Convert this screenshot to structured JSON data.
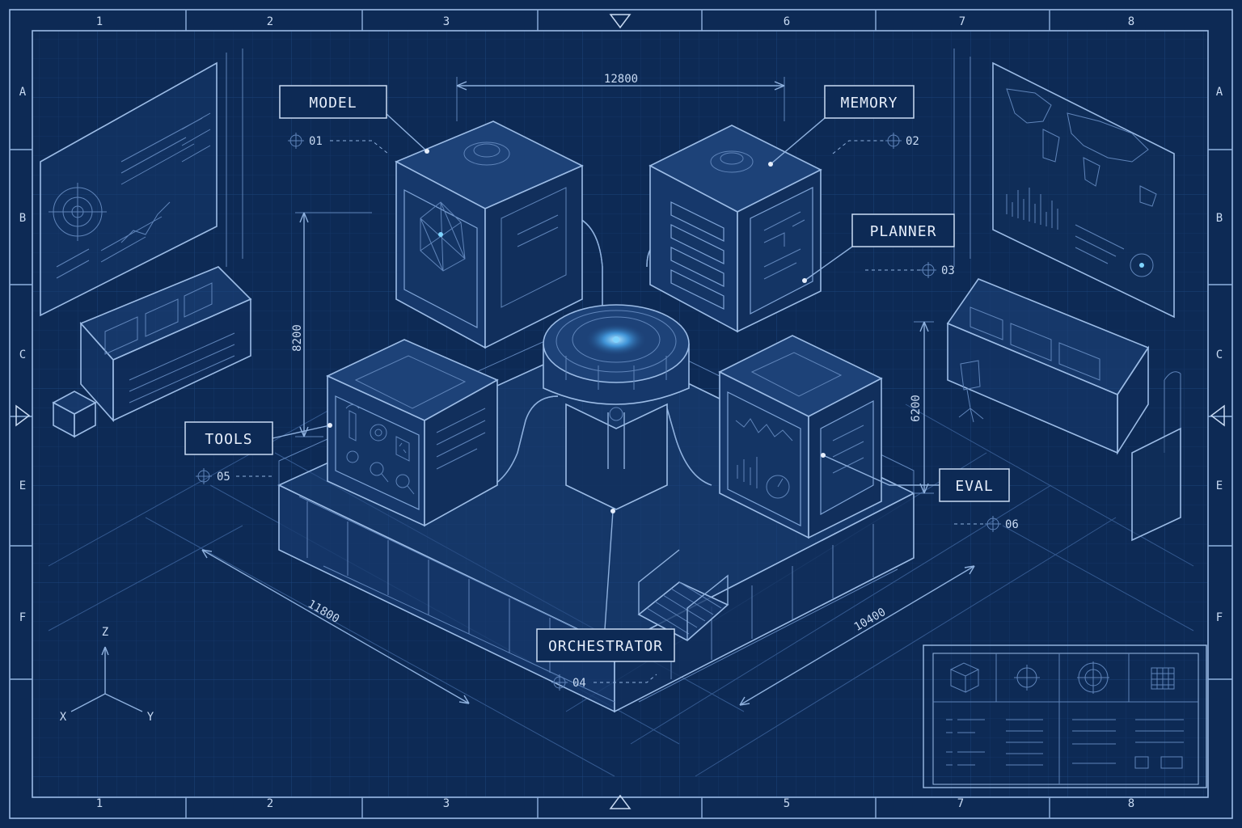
{
  "border": {
    "columns_top": [
      "1",
      "2",
      "3",
      "6",
      "7",
      "8"
    ],
    "columns_bottom": [
      "1",
      "2",
      "3",
      "5",
      "7",
      "8"
    ],
    "rows": [
      "A",
      "B",
      "C",
      "E",
      "F"
    ]
  },
  "dimensions": {
    "width_top": "12800",
    "height_left": "8200",
    "height_right": "6200",
    "base_left": "11800",
    "base_right": "10400"
  },
  "callouts": {
    "model": {
      "label": "MODEL",
      "ref": "01"
    },
    "memory": {
      "label": "MEMORY",
      "ref": "02"
    },
    "planner": {
      "label": "PLANNER",
      "ref": "03"
    },
    "orchestrator": {
      "label": "ORCHESTRATOR",
      "ref": "04"
    },
    "tools": {
      "label": "TOOLS",
      "ref": "05"
    },
    "eval": {
      "label": "EVAL",
      "ref": "06"
    }
  },
  "axes": {
    "z": "Z",
    "x": "X",
    "y": "Y"
  },
  "colors": {
    "background": "#0d2a55",
    "line": "#8fb1de",
    "text": "#e6eefb",
    "glow": "#7fd4ff"
  }
}
